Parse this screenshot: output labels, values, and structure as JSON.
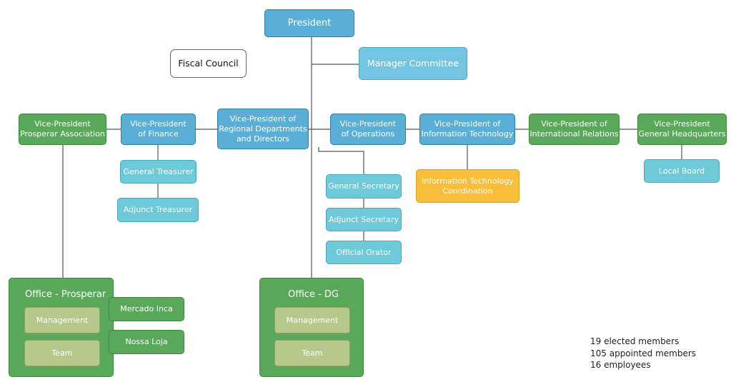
{
  "president": "President",
  "manager_committee": "Manager Committee",
  "fiscal_council": "Fiscal Council",
  "vp_prosperar": "Vice-President\nProsperar Association",
  "vp_finance": "Vice-President\nof Finance",
  "vp_regional": "Vice-President of\nRegional Departments\nand Directors",
  "vp_operations": "Vice-President\nof Operations",
  "vp_it": "Vice-President of\nInformation Technology",
  "vp_international": "Vice-President of\nInternational Relations",
  "vp_headquarters": "Vice-President\nGeneral Headquarters",
  "general_treasurer": "General Treasurer",
  "adjunct_treasurer": "Adjunct Treasurer",
  "general_secretary": "General Secretary",
  "adjunct_secretary": "Adjunct Secretary",
  "official_orator": "Official Orator",
  "it_coordination": "Information Technology\nCoordination",
  "local_board": "Local Board",
  "office_prosperar": {
    "title": "Office - Prosperar",
    "management": "Management",
    "team": "Team"
  },
  "mercado_inca": "Mercado Inca",
  "nossa_loja": "Nossa Loja",
  "office_dg": {
    "title": "Office - DG",
    "management": "Management",
    "team": "Team"
  },
  "stats": {
    "elected": "19 elected members",
    "appointed": "105 appointed members",
    "employees": "16 employees"
  }
}
